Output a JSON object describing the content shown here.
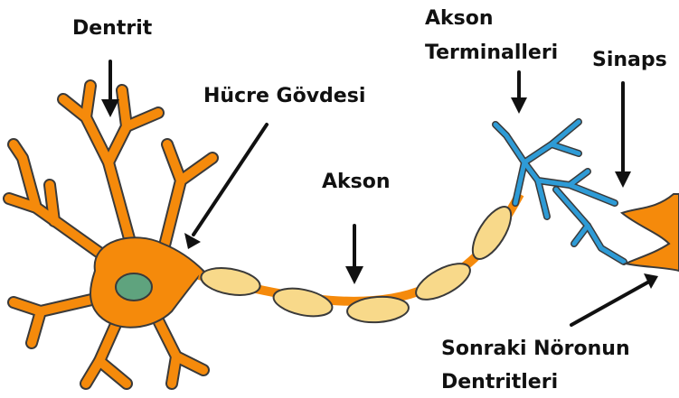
{
  "labels": {
    "dendrite": "Dentrit",
    "cell_body": "Hücre Gövdesi",
    "axon": "Akson",
    "axon_terminals_line1": "Akson",
    "axon_terminals_line2": "Terminalleri",
    "synapse": "Sinaps",
    "next_dendrites_line1": "Sonraki Nöronun",
    "next_dendrites_line2": "Dentritleri"
  },
  "colors": {
    "cell": "#F58A0B",
    "nucleus": "#5FA37E",
    "myelin": "#F8D98A",
    "terminals": "#2E9BD6",
    "arrow": "#111111",
    "outline": "#3A3A3A"
  }
}
